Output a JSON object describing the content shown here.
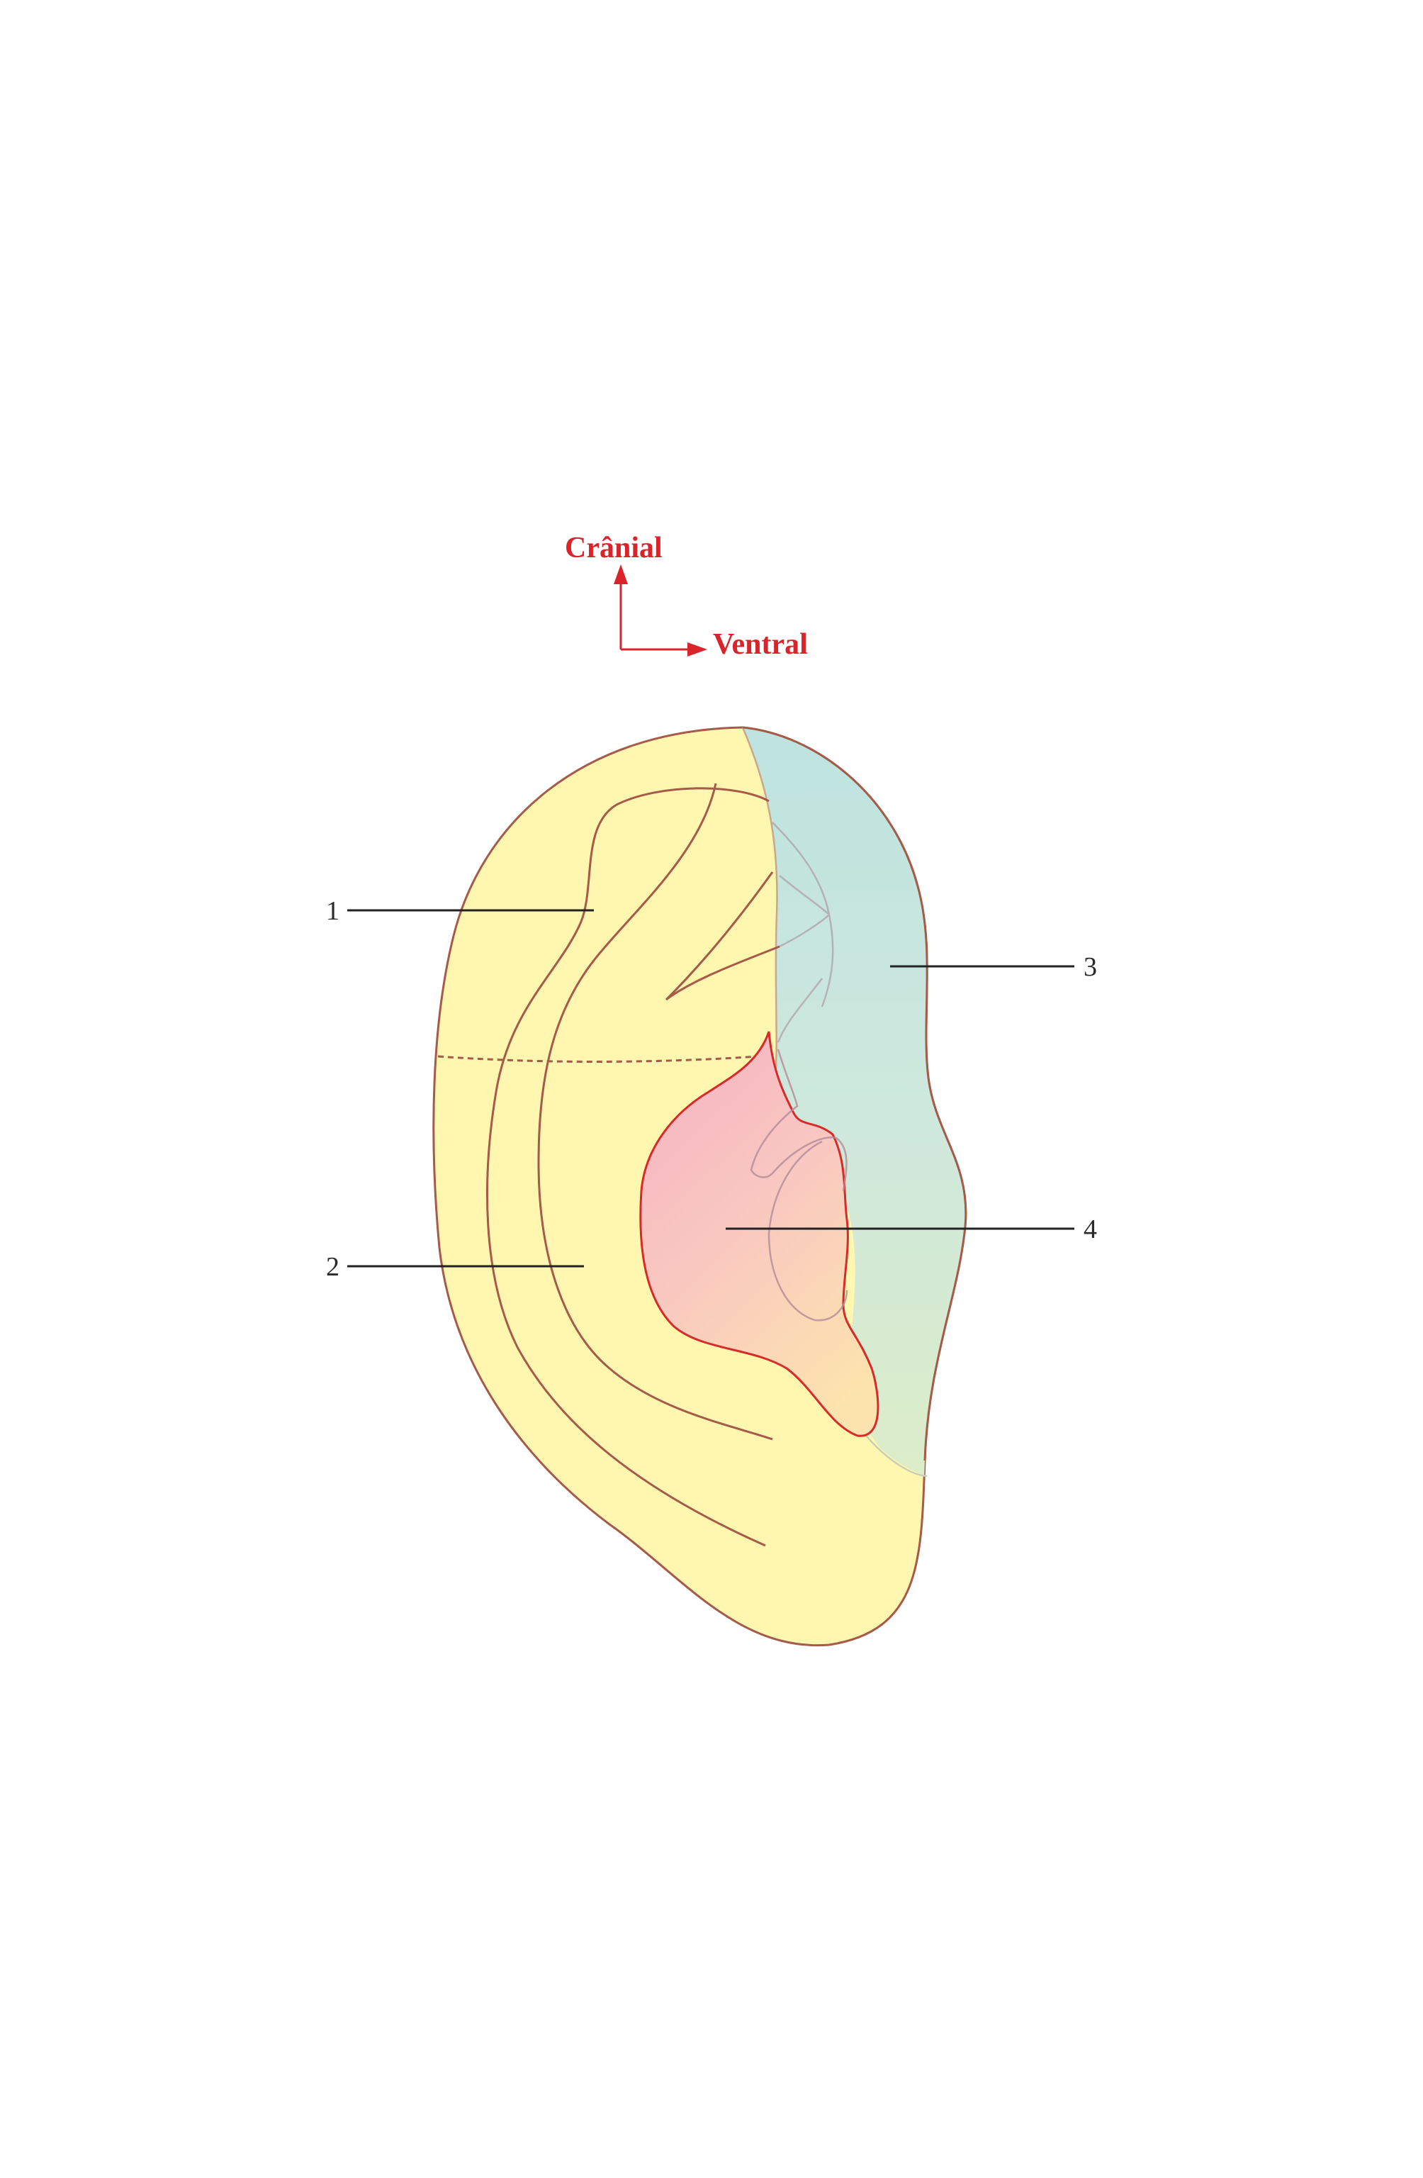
{
  "orientation": {
    "cranial_label": "Crânial",
    "ventral_label": "Ventral",
    "color": "#d9242c"
  },
  "labels": [
    {
      "id": "1",
      "text": "1"
    },
    {
      "id": "2",
      "text": "2"
    },
    {
      "id": "3",
      "text": "3"
    },
    {
      "id": "4",
      "text": "4"
    }
  ],
  "colors": {
    "outline": "#a65a48",
    "zone_yellow": "#fff6b0",
    "zone_blue_top": "#bde3e0",
    "zone_green_bottom": "#d9ecc8",
    "zone_pink_top": "#f7b7c2",
    "zone_peach_bottom": "#fde2b0",
    "concha_outline": "#d92a2a",
    "leader": "#222222"
  }
}
